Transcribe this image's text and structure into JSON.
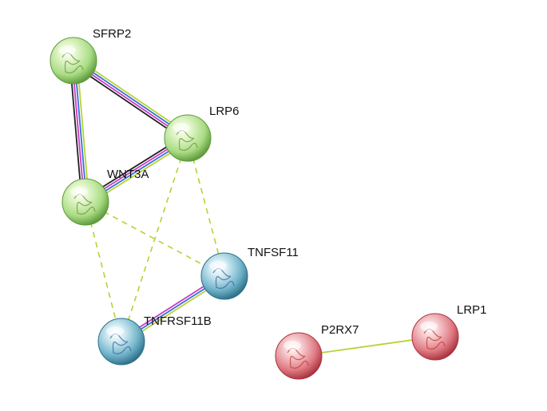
{
  "network": {
    "nodes": [
      {
        "id": "SFRP2",
        "label": "SFRP2",
        "cluster": "green"
      },
      {
        "id": "LRP6",
        "label": "LRP6",
        "cluster": "green"
      },
      {
        "id": "WNT3A",
        "label": "WNT3A",
        "cluster": "green"
      },
      {
        "id": "TNFSF11",
        "label": "TNFSF11",
        "cluster": "blue"
      },
      {
        "id": "TNFRSF11B",
        "label": "TNFRSF11B",
        "cluster": "blue"
      },
      {
        "id": "P2RX7",
        "label": "P2RX7",
        "cluster": "red"
      },
      {
        "id": "LRP1",
        "label": "LRP1",
        "cluster": "red"
      }
    ],
    "edges": [
      {
        "source": "SFRP2",
        "target": "LRP6",
        "style": "solid",
        "evidence": [
          "yellowgreen",
          "blue",
          "magenta",
          "black"
        ]
      },
      {
        "source": "SFRP2",
        "target": "WNT3A",
        "style": "solid",
        "evidence": [
          "yellowgreen",
          "blue",
          "magenta",
          "black"
        ]
      },
      {
        "source": "LRP6",
        "target": "WNT3A",
        "style": "solid",
        "evidence": [
          "yellowgreen",
          "blue",
          "magenta",
          "black"
        ]
      },
      {
        "source": "LRP6",
        "target": "TNFSF11",
        "style": "dashed",
        "evidence": [
          "yellowgreen"
        ]
      },
      {
        "source": "LRP6",
        "target": "TNFRSF11B",
        "style": "dashed",
        "evidence": [
          "yellowgreen"
        ]
      },
      {
        "source": "WNT3A",
        "target": "TNFSF11",
        "style": "dashed",
        "evidence": [
          "yellowgreen"
        ]
      },
      {
        "source": "WNT3A",
        "target": "TNFRSF11B",
        "style": "dashed",
        "evidence": [
          "yellowgreen"
        ]
      },
      {
        "source": "TNFSF11",
        "target": "TNFRSF11B",
        "style": "solid",
        "evidence": [
          "yellowgreen",
          "blue",
          "magenta"
        ]
      },
      {
        "source": "P2RX7",
        "target": "LRP1",
        "style": "solid",
        "evidence": [
          "yellowgreen"
        ]
      }
    ]
  },
  "colors": {
    "green": {
      "light": "#e6f7cf",
      "mid": "#a9dc84",
      "dark": "#5f9a3c"
    },
    "blue": {
      "light": "#d7eef5",
      "mid": "#6fb3c9",
      "dark": "#2f7089"
    },
    "red": {
      "light": "#f7d3d6",
      "mid": "#e07a84",
      "dark": "#a8343f"
    },
    "yellowgreen": "#b5d334",
    "blue_edge": "#3b6fd6",
    "magenta": "#c83bc8",
    "black": "#222222",
    "label": "#111111"
  }
}
